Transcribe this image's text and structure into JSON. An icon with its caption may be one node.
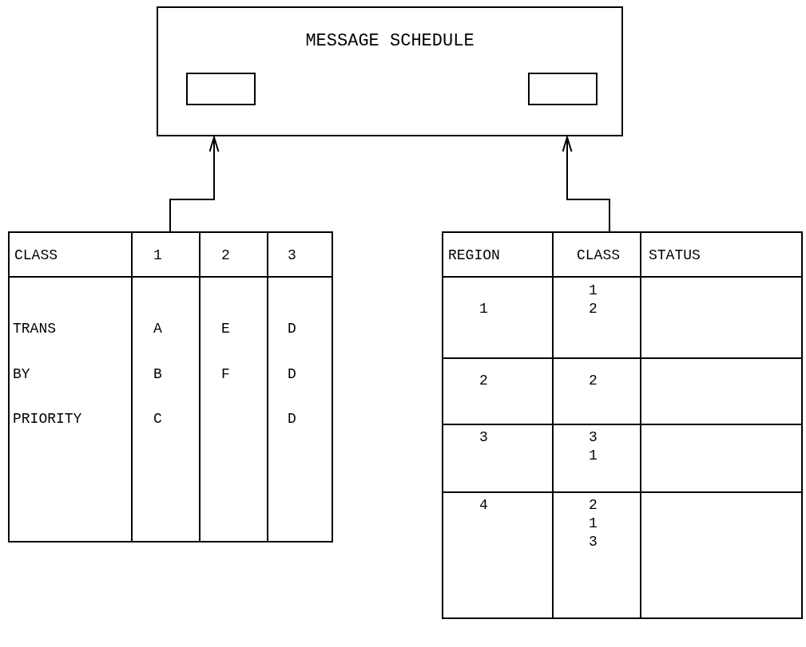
{
  "diagram": {
    "nodes": [
      {
        "text": [
          "MESSAGE SCHEDULE"
        ]
      },
      {
        "text": [],
        "shape": "box",
        "in": 0
      },
      {
        "text": [],
        "shape": "box",
        "in": 0
      },
      {
        "text": [
          "CLASS",
          "1",
          "2",
          "3",
          "TRANS",
          "A",
          "E",
          "D",
          "BY",
          "B",
          "F",
          "D",
          "PRIORITY",
          "C",
          "D"
        ]
      },
      {
        "text": [
          "REGION",
          "CLASS",
          "STATUS",
          "1",
          "1 2",
          "2",
          "2",
          "3",
          "3 1",
          "4",
          "2 1 3"
        ]
      }
    ],
    "edges": [
      {
        "from": 3,
        "to": 0,
        "arrow": "to"
      },
      {
        "from": 4,
        "to": 0,
        "arrow": "to"
      }
    ]
  }
}
